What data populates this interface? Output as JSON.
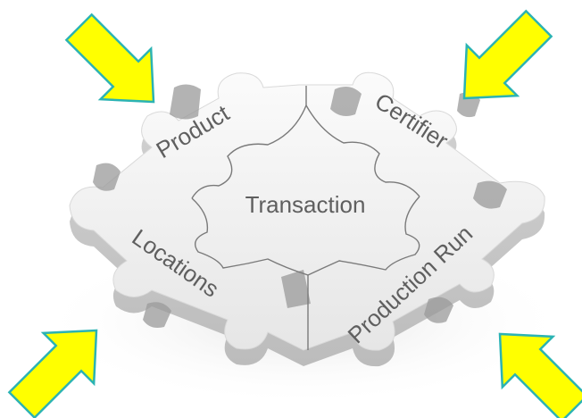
{
  "diagram": {
    "center_label": "Transaction",
    "pieces": [
      {
        "id": "product",
        "label": "Product"
      },
      {
        "id": "certifier",
        "label": "Certifier"
      },
      {
        "id": "locations",
        "label": "Locations"
      },
      {
        "id": "production-run",
        "label": "Production Run"
      }
    ],
    "arrows": [
      {
        "id": "top-left",
        "icon": "yellow-arrow-icon"
      },
      {
        "id": "top-right",
        "icon": "yellow-arrow-icon"
      },
      {
        "id": "bottom-left",
        "icon": "yellow-arrow-icon"
      },
      {
        "id": "bottom-right",
        "icon": "yellow-arrow-icon"
      }
    ],
    "colors": {
      "arrow_fill": "#ffff00",
      "arrow_stroke": "#2bb3b3",
      "piece_fill": "#f2f2f2",
      "label_text": "#5f5f5f"
    }
  }
}
